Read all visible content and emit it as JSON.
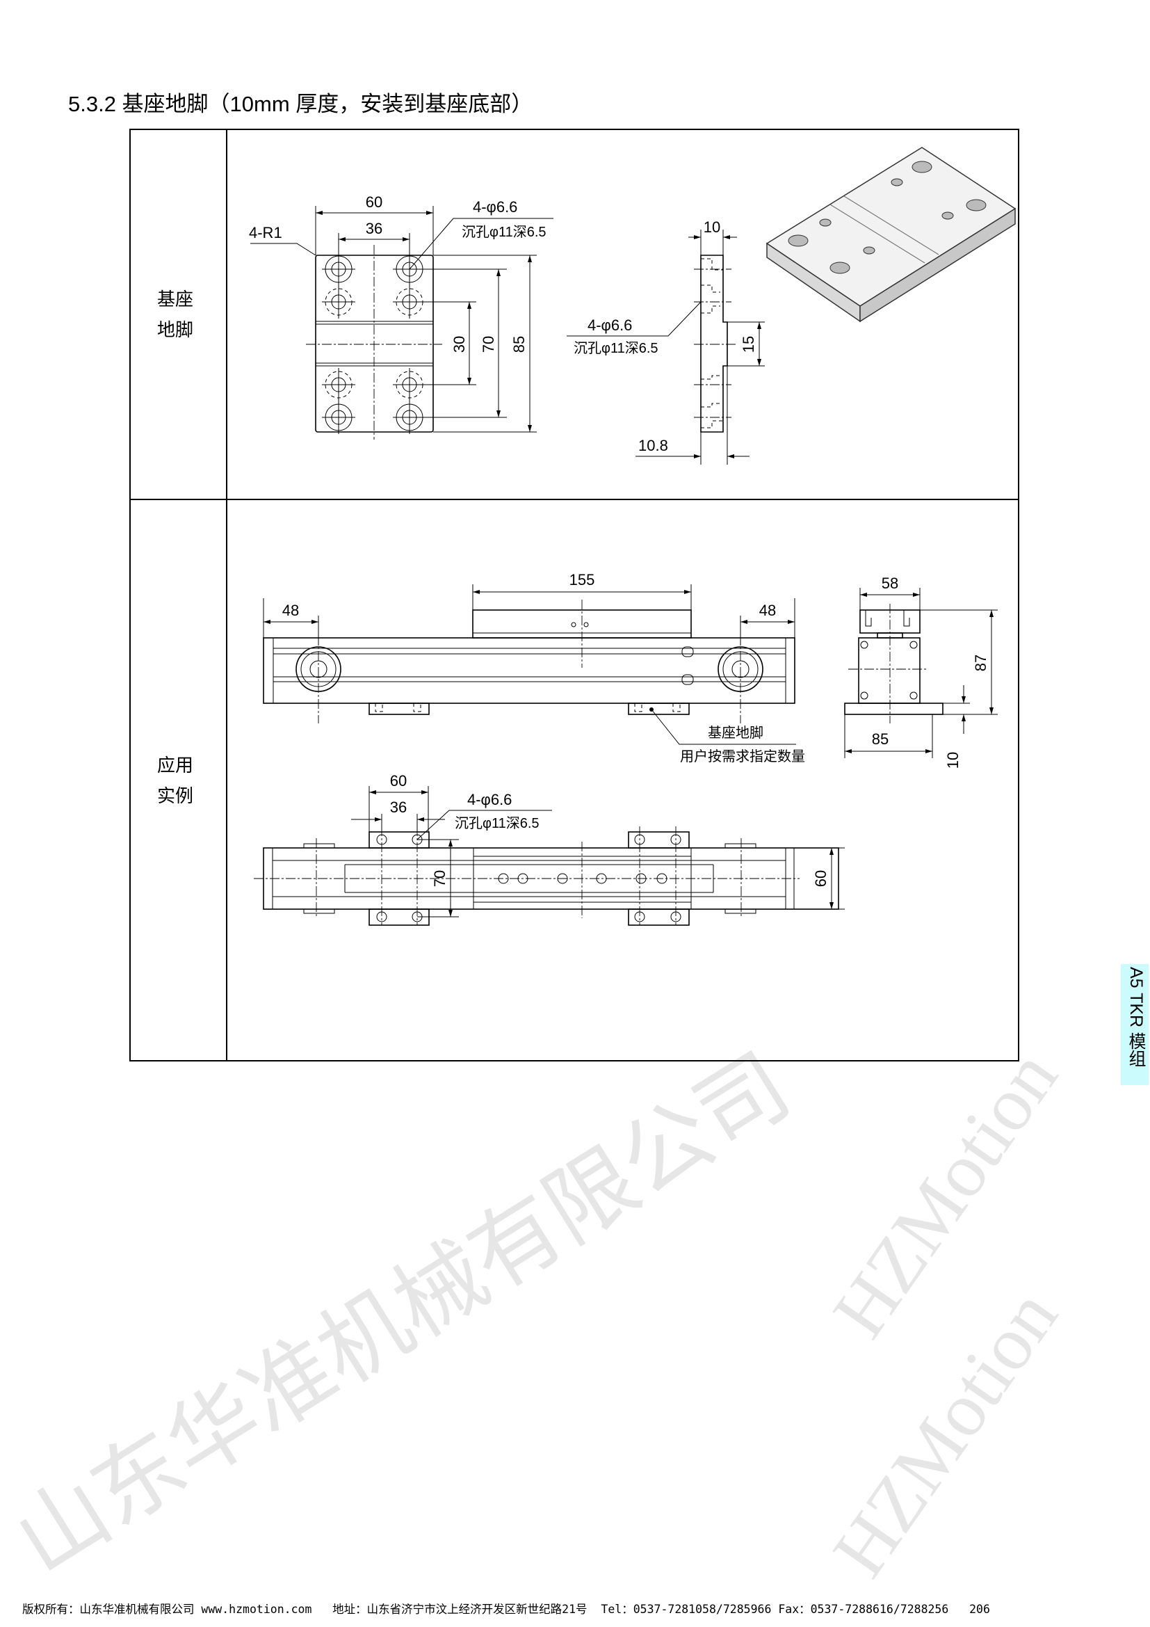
{
  "title": "5.3.2 基座地脚（10mm 厚度，安装到基座底部）",
  "rows": [
    {
      "label_line1": "基座",
      "label_line2": "地脚"
    },
    {
      "label_line1": "应用",
      "label_line2": "实例"
    }
  ],
  "drawing1": {
    "dim_width": "60",
    "dim_hole_spacing": "36",
    "corner_note": "4-R1",
    "hole_note": "4-φ6.6",
    "counterbore_note": "沉孔φ11深6.5",
    "dim_30": "30",
    "dim_70": "70",
    "dim_85": "85",
    "side_dim_thickness": "10",
    "side_dim_15": "15",
    "side_dim_10_8": "10.8",
    "side_hole_note": "4-φ6.6",
    "side_counterbore_note": "沉孔φ11深6.5"
  },
  "drawing2": {
    "dim_155": "155",
    "dim_48_left": "48",
    "dim_48_right": "48",
    "dim_58": "58",
    "dim_87": "87",
    "dim_85": "85",
    "dim_10": "10",
    "callout_line1": "基座地脚",
    "callout_line2": "用户按需求指定数量",
    "dim_60": "60",
    "dim_36": "36",
    "hole_note": "4-φ6.6",
    "counterbore_note": "沉孔φ11深6.5",
    "dim_70": "70",
    "dim_body_60": "60"
  },
  "watermarks": {
    "brand": "HZMotion",
    "company": "山东华准机械有限公司"
  },
  "side_tab": "A5 TKR 模组",
  "footer": "版权所有：山东华准机械有限公司 www.hzmotion.com   地址：山东省济宁市汶上经济开发区新世纪路21号  Tel：0537-7281058/7285966 Fax：0537-7288616/7288256   206",
  "colors": {
    "side_tab_bg": "#ccfbfe",
    "watermark": "#e6e6e6"
  }
}
